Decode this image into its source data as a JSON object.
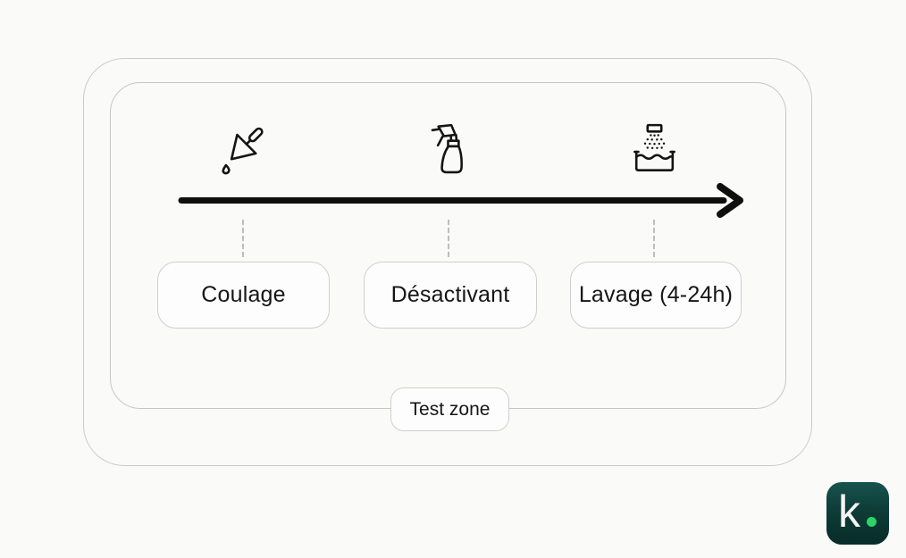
{
  "diagram": {
    "title_hint": "Concrete wash process timeline",
    "steps": [
      {
        "label": "Coulage",
        "icon": "trowel-icon"
      },
      {
        "label": "Désactivant",
        "icon": "spray-bottle-icon"
      },
      {
        "label": "Lavage (4-24h)",
        "icon": "rinse-basin-icon"
      }
    ],
    "zone_label": "Test zone"
  },
  "branding": {
    "logo_letter": "k",
    "logo_dot_icon": "green-dot-icon"
  },
  "colors": {
    "background": "#fafaf8",
    "frame_border": "#cacaca",
    "inner_border": "#c6c6c6",
    "box_border": "#cfcfcf",
    "box_bg": "#fdfdfd",
    "text": "#161616",
    "ink": "#141414",
    "dash": "#bdbdbd",
    "logo_top": "#17534e",
    "logo_bottom": "#082c29",
    "logo_letter": "#f4f4f4",
    "accent_green": "#2bd465"
  }
}
